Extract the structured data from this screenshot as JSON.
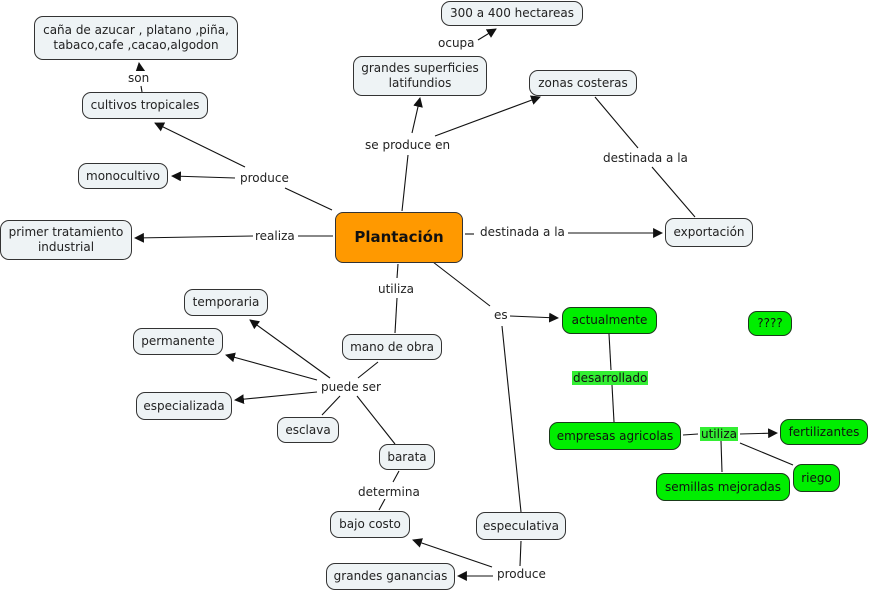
{
  "title": "Plantación",
  "nodes": {
    "plantacion": "Plantación",
    "cultivos_lista": "caña de azucar , platano ,piña,\ntabaco,cafe ,cacao,algodon",
    "cultivos_tropicales": "cultivos tropicales",
    "monocultivo": "monocultivo",
    "primer_tratamiento": "primer tratamiento\nindustrial",
    "hectareas": "300 a 400 hectareas",
    "grandes_superficies": "grandes superficies\nlatifundios",
    "zonas_costeras": "zonas costeras",
    "exportacion": "exportación",
    "temporaria": "temporaria",
    "permanente": "permanente",
    "especializada": "especializada",
    "esclava": "esclava",
    "mano_de_obra": "mano de obra",
    "barata": "barata",
    "bajo_costo": "bajo costo",
    "grandes_ganancias": "grandes ganancias",
    "especulativa": "especulativa",
    "actualmente": "actualmente",
    "interrogantes": "????",
    "empresas_agricolas": "empresas agricolas",
    "fertilizantes": "fertilizantes",
    "riego": "riego",
    "semillas_mejoradas": "semillas mejoradas"
  },
  "links": {
    "son": "son",
    "produce_top": "produce",
    "realiza": "realiza",
    "ocupa": "ocupa",
    "se_produce_en": "se produce en",
    "destinada_top": "destinada a la",
    "destinada_mid": "destinada a la",
    "utiliza_main": "utiliza",
    "es": "es",
    "puede_ser": "puede ser",
    "determina": "determina",
    "produce_bottom": "produce",
    "desarrollado": "desarrollado",
    "utiliza_green": "utiliza"
  },
  "colors": {
    "main_node": "#ff9900",
    "default_node": "#eef3f5",
    "green_node": "#00ee00",
    "line": "#111111"
  }
}
